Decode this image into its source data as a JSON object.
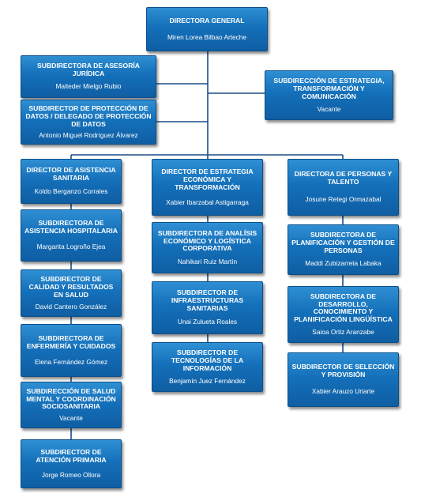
{
  "org": {
    "director_general": {
      "title": "DIRECTORA GENERAL",
      "name": "Miren Lorea Bilbao Arteche"
    },
    "left_staff": [
      {
        "title": "SUBDIRECTORA DE ASESORÍA JURÍDICA",
        "name": "Maiteder Mielgo Rubio"
      },
      {
        "title": "SUBDIRECTOR DE PROTECCIÓN DE DATOS / DELEGADO DE PROTECCIÓN DE DATOS",
        "name": "Antonio Miguel Rodríguez Álvarez"
      }
    ],
    "right_staff": {
      "title": "SUBDIRECCIÓN DE ESTRATEGIA, TRANSFORMACIÓN Y COMUNICACIÓN",
      "name": "Vacante"
    },
    "columns": [
      {
        "head": {
          "title": "DIRECTOR DE ASISTENCIA SANITARIA",
          "name": "Koldo Berganzo Corrales"
        },
        "subs": [
          {
            "title": "SUBDIRECTORA DE ASISTENCIA HOSPITALARIA",
            "name": "Margarita Logroño Ejea"
          },
          {
            "title": "SUBDIRECTOR DE CALIDAD Y RESULTADOS EN SALUD",
            "name": "David Cantero González"
          },
          {
            "title": "SUBDIRECTORA DE ENFERMERÍA Y CUIDADOS",
            "name": "Elena Fernández Gómez"
          },
          {
            "title": "SUBDIRECCIÓN DE SALUD MENTAL Y COORDINACIÓN SOCIOSANITARIA",
            "name": "Vacante"
          },
          {
            "title": "SUBDIRECTOR  DE ATENCIÓN PRIMARIA",
            "name": "Jorge Romeo Ollora"
          }
        ]
      },
      {
        "head": {
          "title": "DIRECTOR DE ESTRATEGIA ECONÓMICA Y TRANSFORMACIÓN",
          "name": "Xabier Ibarzabal Astigarraga"
        },
        "subs": [
          {
            "title": "SUBDIRECTORA DE ANALÍSIS ECONÓMICO Y LOGÍSTICA CORPORATIVA",
            "name": "Nahikari Ruiz Martín"
          },
          {
            "title": "SUBDIRECTOR DE INFRAESTRUCTURAS SANITARIAS",
            "name": "Unai Zulueta Roales"
          },
          {
            "title": "SUBDIRECTOR DE TECNOLOGÍAS DE LA INFORMACIÓN",
            "name": "Benjamín Juez Fernández"
          }
        ]
      },
      {
        "head": {
          "title": "DIRECTORA DE PERSONAS Y TALENTO",
          "name": "Josune Retegi Ormazabal"
        },
        "subs": [
          {
            "title": "SUBDIRECTORA DE PLANIFICACIÓN Y GESTIÓN DE PERSONAS",
            "name": "Maddi Zubizarreta Labaka"
          },
          {
            "title": "SUBDIRECTORA DE DESARROLLO, CONOCIMIENTO Y PLANIFICACIÓN LINGÜÍSTICA",
            "name": "Saioa Ortiz Aranzabe"
          },
          {
            "title": "SUBDIRECTOR DE SELECCIÓN Y PROVISIÓN",
            "name": "Xabier Arauzo Uriarte"
          }
        ]
      }
    ]
  }
}
